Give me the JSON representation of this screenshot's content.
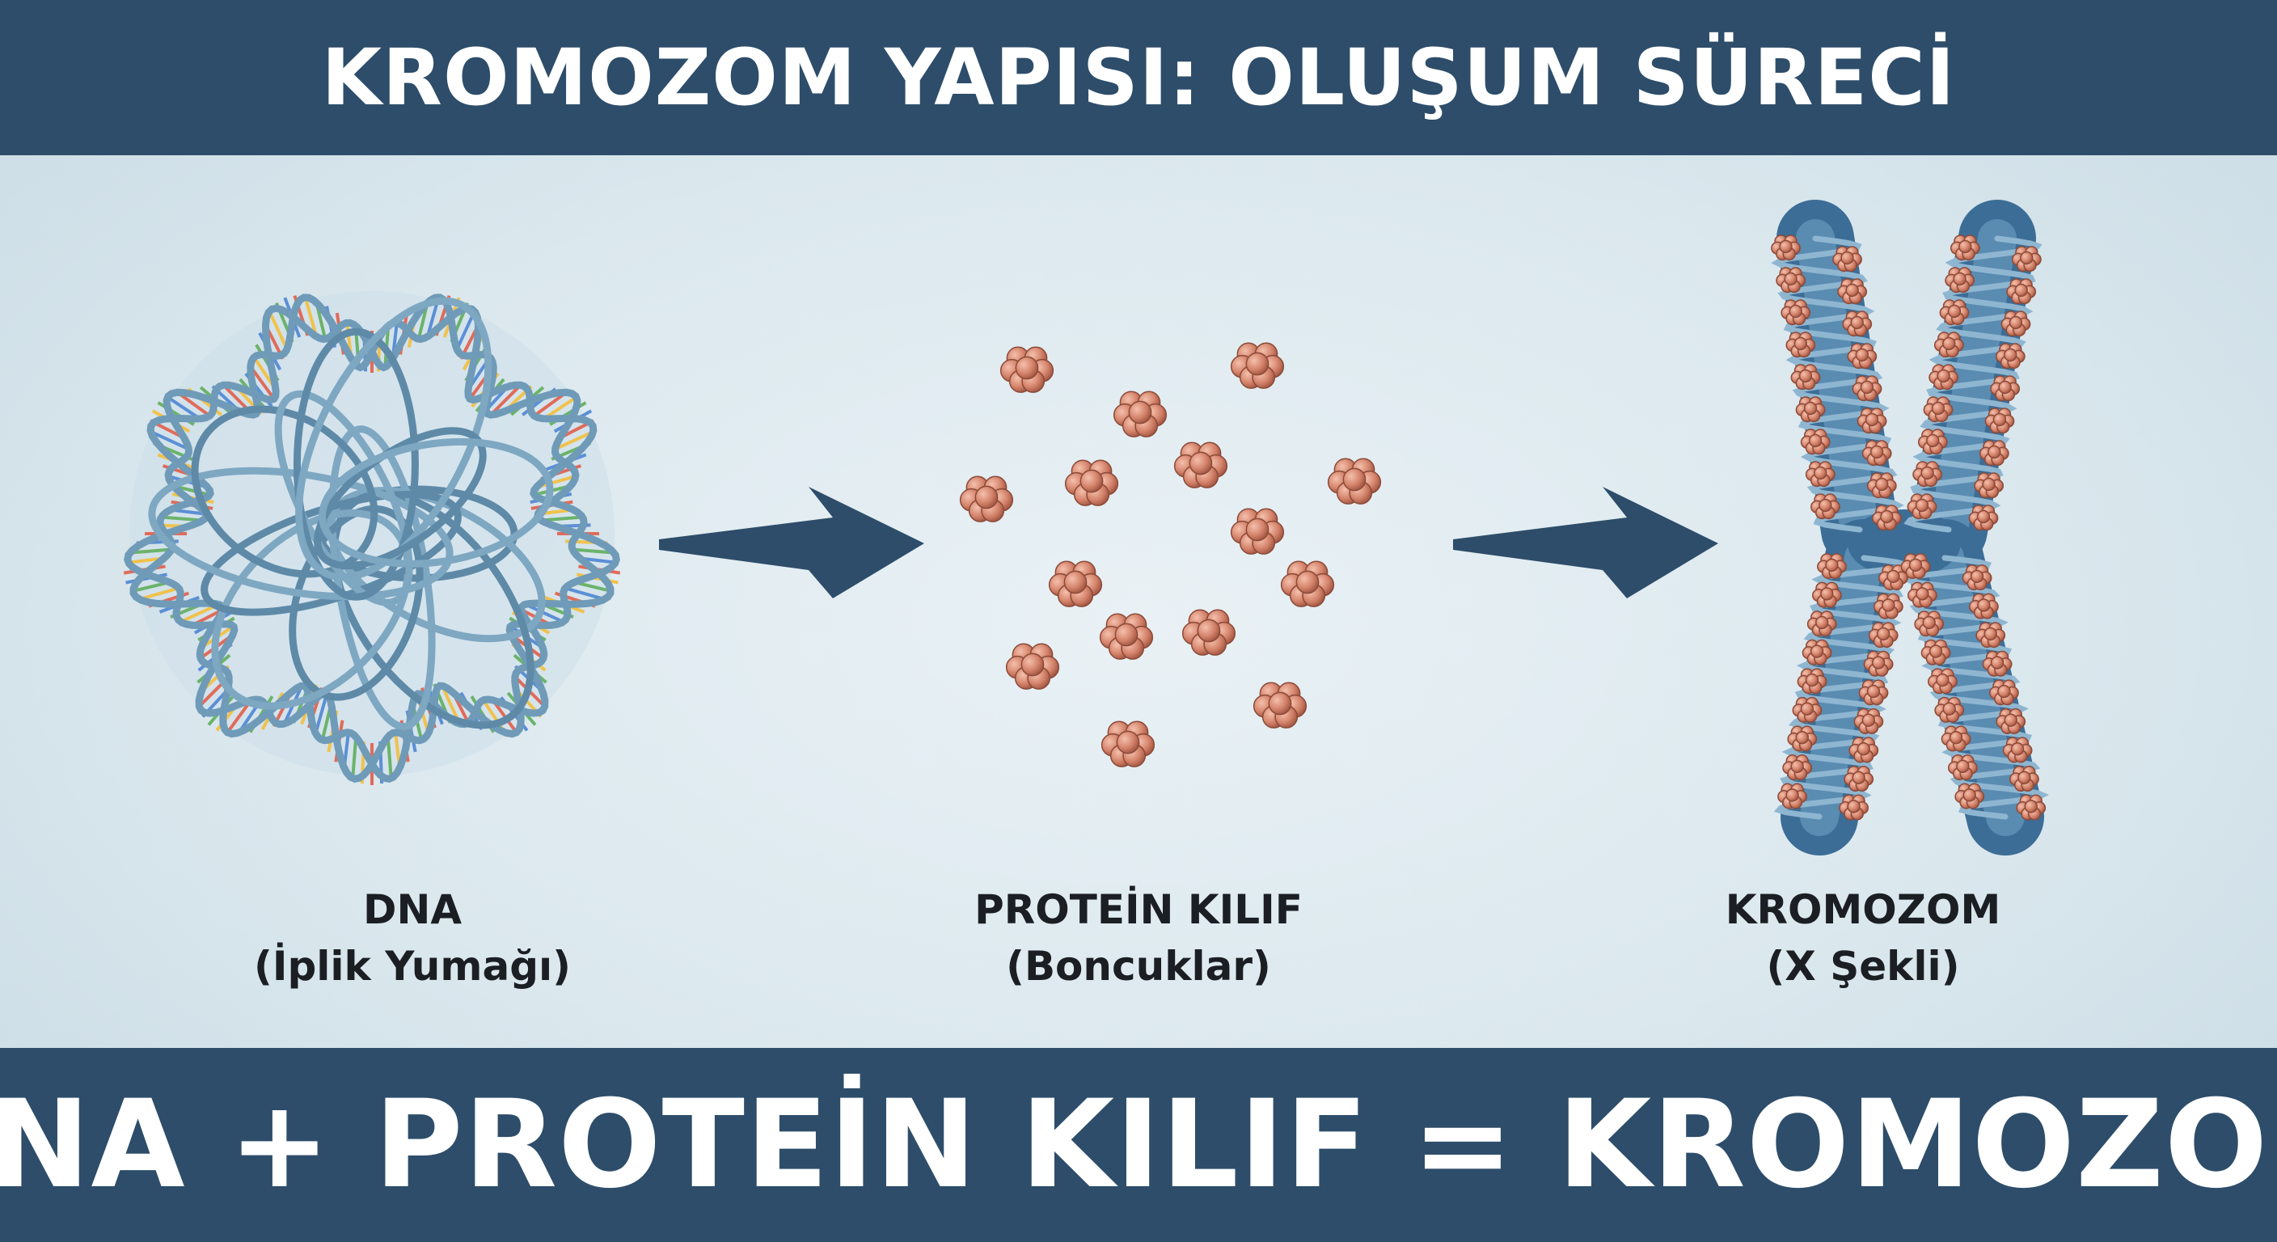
{
  "title": "KROMOZOM YAPISI: OLUŞUM SÜRECİ",
  "stages": [
    {
      "name": "DNA",
      "note": "(İplik Yumağı)"
    },
    {
      "name": "PROTEİN KILIF",
      "note": "(Boncuklar)"
    },
    {
      "name": "KROMOZOM",
      "note": "(X Şekli)"
    }
  ],
  "equation": "DNA + PROTEİN KILIF = KROMOZOM",
  "colors": {
    "banner": "#2d4d6a",
    "dna_strand": "#6f9bb8",
    "bead": "#d4826a",
    "chromosome": "#4f84ad",
    "arrow": "#2d4d6a"
  }
}
